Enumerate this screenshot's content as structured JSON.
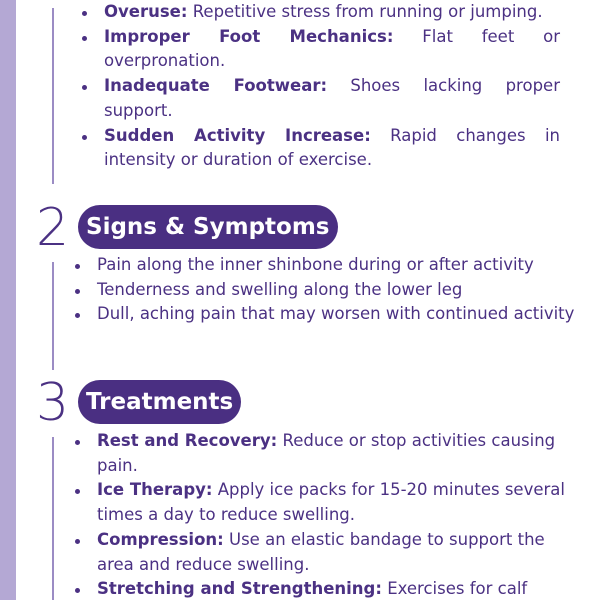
{
  "colors": {
    "accent": "#4a2f82",
    "sidebar": "#b4a8d4",
    "text": "#4b3183"
  },
  "causes": [
    {
      "term": "Overuse:",
      "text": " Repetitive stress from running or jumping."
    },
    {
      "term": "Improper Foot Mechanics:",
      "text": " Flat feet or overpronation."
    },
    {
      "term": "Inadequate Footwear:",
      "text": " Shoes lacking proper support."
    },
    {
      "term": "Sudden Activity Increase:",
      "text": " Rapid changes in intensity or duration of exercise."
    }
  ],
  "sections": [
    {
      "number": "2",
      "title": "Signs & Symptoms"
    },
    {
      "number": "3",
      "title": "Treatments"
    }
  ],
  "symptoms": [
    "Pain along the inner shinbone during or after activity",
    "Tenderness and swelling along the lower leg",
    "Dull, aching pain that may worsen with continued activity"
  ],
  "treatments": [
    {
      "term": "Rest and Recovery:",
      "text": " Reduce or stop activities causing pain."
    },
    {
      "term": "Ice Therapy:",
      "text": " Apply ice packs for 15-20 minutes several times a day to reduce swelling."
    },
    {
      "term": "Compression:",
      "text": " Use an elastic bandage to support the area and reduce swelling."
    },
    {
      "term": "Stretching and Strengthening:",
      "text": " Exercises for calf"
    }
  ]
}
